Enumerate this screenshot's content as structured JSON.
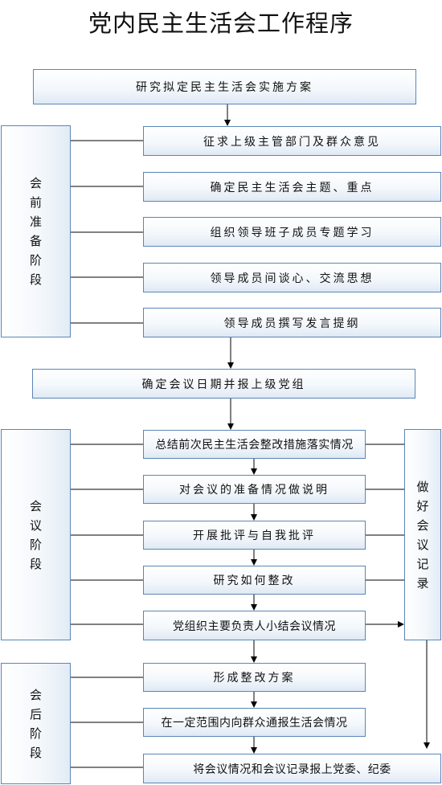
{
  "title": "党内民主生活会工作程序",
  "steps": {
    "plan": "研究拟定民主生活会实施方案",
    "p1": "征求上级主管部门及群众意见",
    "p2": "确定民主生活会主题、重点",
    "p3": "组织领导班子成员专题学习",
    "p4": "领导成员间谈心、交流思想",
    "p5": "领导成员撰写发言提纲",
    "date": "确定会议日期并报上级党组",
    "m1": "总结前次民主生活会整改措施落实情况",
    "m2": "对会议的准备情况做说明",
    "m3": "开展批评与自我批评",
    "m4": "研究如何整改",
    "m5": "党组织主要负责人小结会议情况",
    "a1": "形成整改方案",
    "a2": "在一定范围内向群众通报生活会情况",
    "final": "将会议情况和会议记录报上党委、纪委"
  },
  "stages": {
    "pre": "会前准备阶段",
    "meeting": "会议阶段",
    "post": "会后阶段",
    "record": "做好会议记录"
  }
}
